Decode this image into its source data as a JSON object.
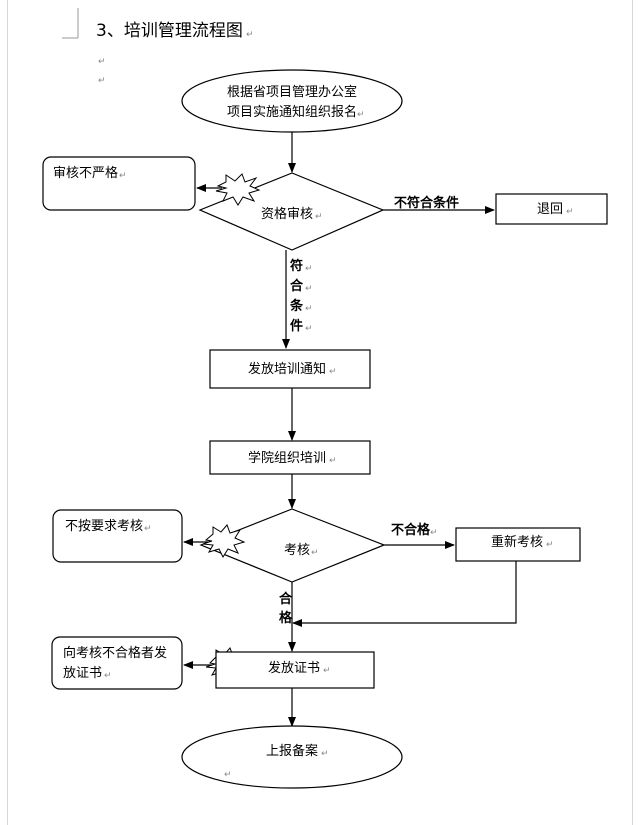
{
  "heading": "3、培训管理流程图",
  "paragraph_mark": "↵",
  "nodes": {
    "start_line1": "根据省项目管理办公室",
    "start_line2": "项目实施通知组织报名",
    "lax_review": "审核不严格",
    "qualification_review": "资格审核",
    "return": "退回",
    "not_meet": "不符合条件",
    "meet_chars": [
      "符",
      "合",
      "条",
      "件"
    ],
    "issue_notice": "发放培训通知",
    "college_training": "学院组织培训",
    "exam": "考核",
    "not_by_requirement": "不按要求考核",
    "fail": "不合格",
    "reexam": "重新考核",
    "pass_chars": [
      "合",
      "格"
    ],
    "cert_to_failed_line1": "向考核不合格者发",
    "cert_to_failed_line2": "放证书",
    "issue_cert": "发放证书",
    "report_file": "上报备案"
  }
}
